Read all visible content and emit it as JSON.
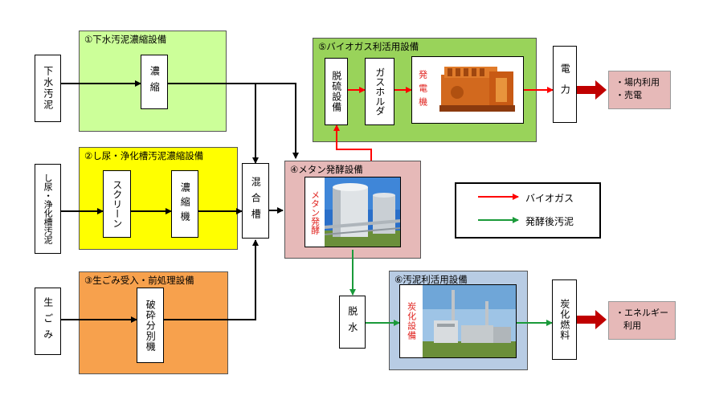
{
  "sections": {
    "s1": "①下水汚泥濃縮設備",
    "s2": "②し尿・浄化槽汚泥濃縮設備",
    "s3": "③生ごみ受入・前処理設備",
    "s4": "④メタン発酵設備",
    "s5": "⑤バイオガス利活用設備",
    "s6": "⑥汚泥利活用設備"
  },
  "inputs": {
    "sewage": "下水汚泥",
    "night_soil": "し尿・浄化槽汚泥",
    "garbage": "生ごみ"
  },
  "units": {
    "thickener1": "濃縮",
    "screen": "スクリーン",
    "thickener2": "濃縮機",
    "crusher": "破砕分別機",
    "mixing_tank": "混合槽",
    "digester": "メタン発酵",
    "desulfurizer": "脱硫設備",
    "gas_holder": "ガスホルダ",
    "generator": "発電機",
    "power": "電力",
    "dewatering": "脱水",
    "carbonizer": "炭化設備",
    "carbon_fuel": "炭化燃料"
  },
  "outputs": {
    "power_use": [
      "・場内利用",
      "・売電"
    ],
    "energy_use": [
      "・エネルギー",
      "利用"
    ]
  },
  "legend": {
    "biogas": "バイオガス",
    "digested_sludge": "発酵後汚泥"
  },
  "colors": {
    "s1_bg": "#ccff99",
    "s2_bg": "#ffff00",
    "s3_bg": "#f7a14d",
    "s4_bg": "#e6b9b8",
    "s5_bg": "#99d35a",
    "s6_bg": "#b8cce4",
    "biogas_arrow": "#ff0000",
    "sludge_arrow": "#1a9a3a",
    "output_arrow": "#c00000"
  }
}
